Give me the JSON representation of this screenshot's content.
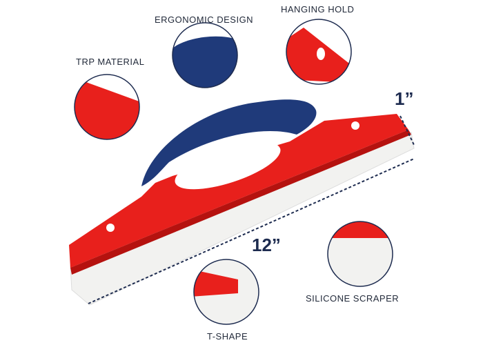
{
  "features": {
    "trp_material": "TRP MATERIAL",
    "ergonomic_design": "ERGONOMIC DESIGN",
    "hanging_hold": "HANGING HOLD",
    "silicone_scraper": "SILICONE SCRAPER",
    "t_shape": "T-SHAPE"
  },
  "dimensions": {
    "width": "1”",
    "length": "12”"
  },
  "colors": {
    "body": "#e8201c",
    "handle": "#1f3a7a",
    "blade": "#f2f2f0",
    "outline": "#1d2b4f"
  }
}
